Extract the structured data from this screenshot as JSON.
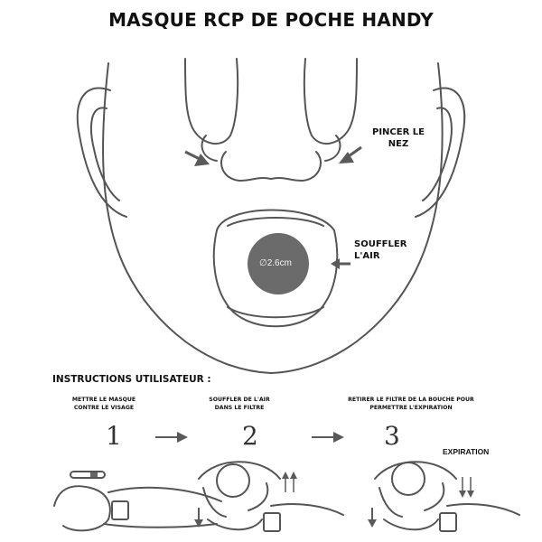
{
  "title": "MASQUE RCP DE POCHE HANDY",
  "labels": {
    "pinch_nose": [
      "PINCER LE",
      "NEZ"
    ],
    "blow_air": [
      "SOUFFLER",
      "L'AIR"
    ],
    "diameter": "∅2.6cm"
  },
  "instructions": {
    "heading": "INSTRUCTIONS UTILISATEUR :",
    "steps": [
      {
        "number": "1",
        "caption": [
          "METTRE LE MASQUE",
          "CONTRE LE VISAGE"
        ]
      },
      {
        "number": "2",
        "caption": [
          "SOUFFLER DE L'AIR",
          "DANS LE FILTRE"
        ]
      },
      {
        "number": "3",
        "caption": [
          "RETIRER LE FILTRE DE LA BOUCHE POUR",
          "PERMETTRE L'EXPIRATION"
        ]
      }
    ],
    "expiration_label": "EXPIRATION"
  },
  "colors": {
    "line": "#555555",
    "fill_circle": "#6b6b6b",
    "arrow": "#5a5a5a"
  }
}
